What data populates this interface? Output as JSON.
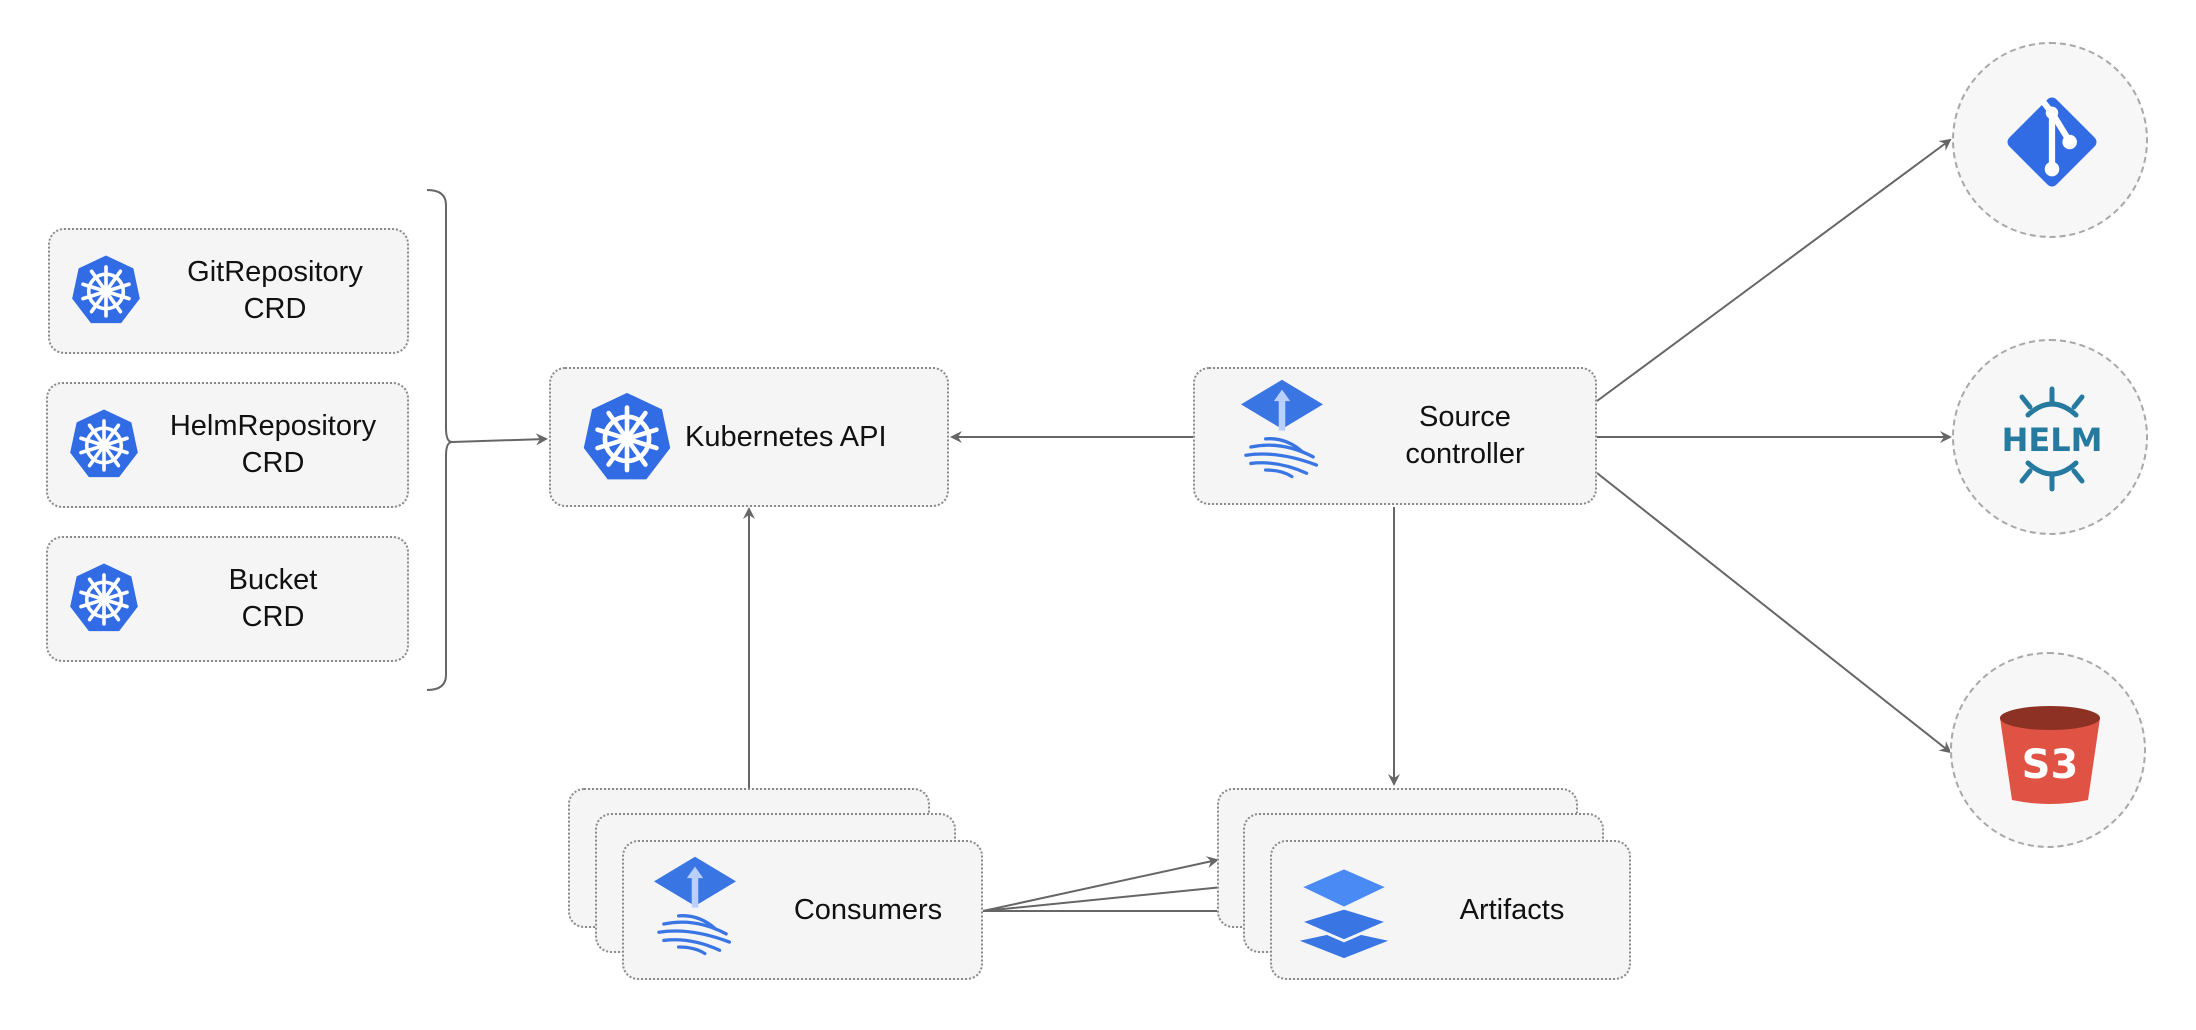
{
  "crds": [
    {
      "line1": "GitRepository",
      "line2": "CRD"
    },
    {
      "line1": "HelmRepository",
      "line2": "CRD"
    },
    {
      "line1": "Bucket",
      "line2": "CRD"
    }
  ],
  "kubernetes_api": {
    "label": "Kubernetes API",
    "icon": "kubernetes-icon"
  },
  "source_controller": {
    "line1": "Source",
    "line2": "controller",
    "icon": "flux-icon"
  },
  "consumers": {
    "label": "Consumers",
    "icon": "flux-icon"
  },
  "artifacts": {
    "label": "Artifacts",
    "icon": "layers-icon"
  },
  "sources": [
    {
      "name": "git",
      "icon": "git-icon"
    },
    {
      "name": "helm",
      "icon": "helm-icon",
      "text": "HELM"
    },
    {
      "name": "s3",
      "icon": "s3-bucket-icon",
      "text": "S3"
    }
  ],
  "colors": {
    "k8s_blue": "#326ce5",
    "flux_blue": "#3a75e4",
    "helm_blue": "#277a9f",
    "s3_red": "#e05243",
    "line": "#666666"
  }
}
